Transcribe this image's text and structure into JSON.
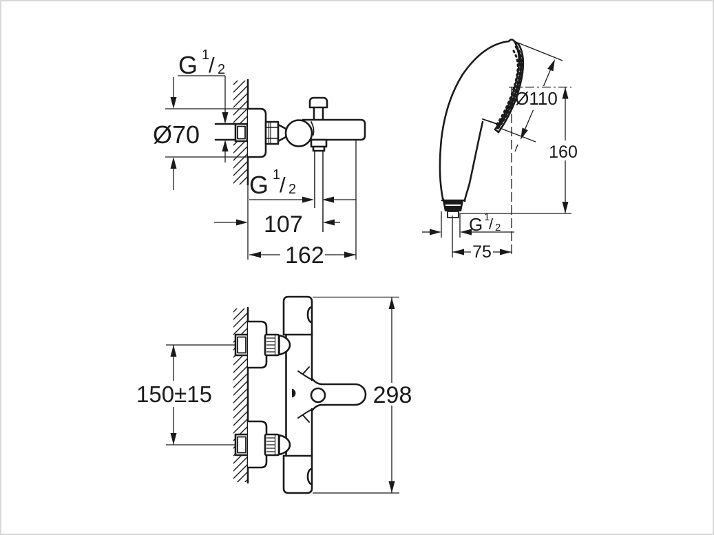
{
  "page": {
    "background": "#ffffff",
    "line_color": "#1a1a1a",
    "frame_color": "#cccccc"
  },
  "labels": {
    "wall_thread": {
      "g": "G",
      "num": "1",
      "slash": "/",
      "den": "2"
    },
    "escutcheon_diameter": "Ø70",
    "outlet_thread": {
      "g": "G",
      "num": "1",
      "slash": "/",
      "den": "2"
    },
    "wall_to_outlet": "107",
    "wall_to_spout_tip": "162",
    "spray_face_diameter": "Ø110",
    "shower_height": "160",
    "shower_thread": {
      "g": "G",
      "num": "1",
      "slash": "/",
      "den": "2"
    },
    "shower_offset": "75",
    "connection_distance": "150±15",
    "overall_length": "298"
  }
}
